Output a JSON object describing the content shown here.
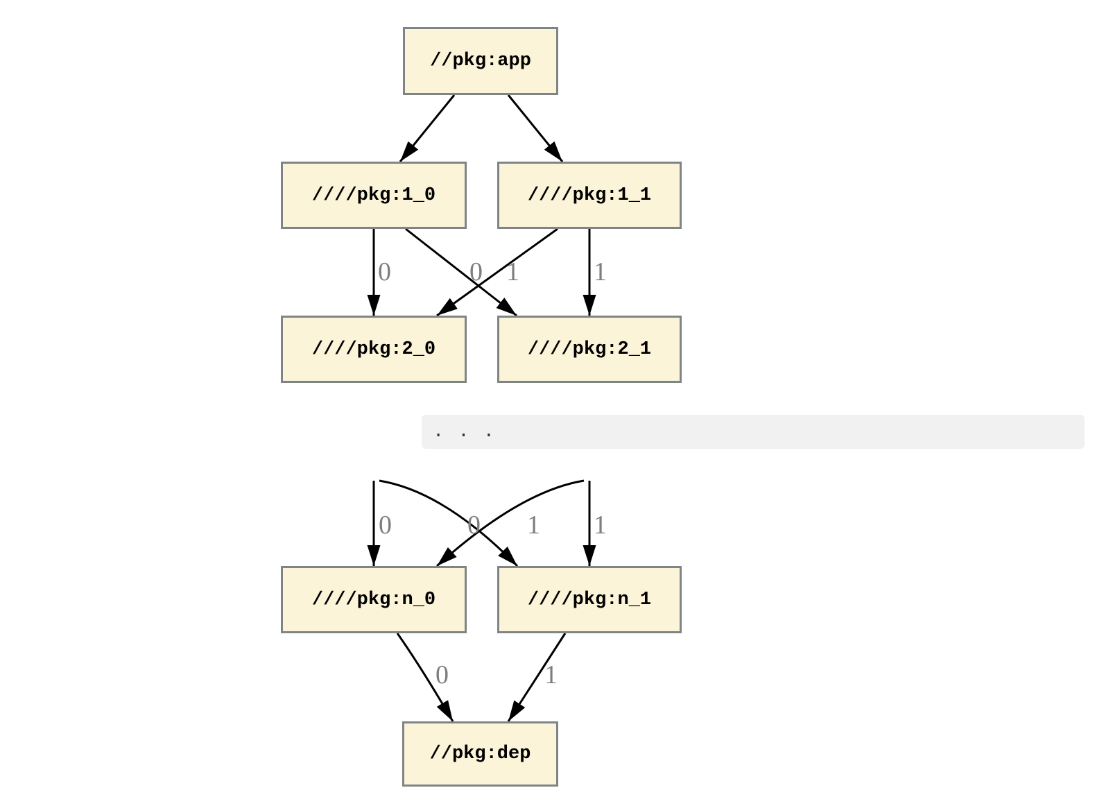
{
  "diagram": {
    "type": "dependency-graph",
    "colors": {
      "node_fill": "#FBF4D9",
      "node_border": "#7F8486",
      "edge": "#000000",
      "edge_label": "#7E7E7E",
      "ellipsis_background": "#F1F1F1",
      "node_text": "#000000"
    },
    "nodes": [
      {
        "id": "app",
        "label": "//pkg:app"
      },
      {
        "id": "1_0",
        "label": "////pkg:1_0"
      },
      {
        "id": "1_1",
        "label": "////pkg:1_1"
      },
      {
        "id": "2_0",
        "label": "////pkg:2_0"
      },
      {
        "id": "2_1",
        "label": "////pkg:2_1"
      },
      {
        "id": "n_0",
        "label": "////pkg:n_0"
      },
      {
        "id": "n_1",
        "label": "////pkg:n_1"
      },
      {
        "id": "dep",
        "label": "//pkg:dep"
      }
    ],
    "ellipsis": {
      "text": ". . ."
    },
    "edges": [
      {
        "from": "//pkg:app",
        "to": "////pkg:1_0",
        "label": ""
      },
      {
        "from": "//pkg:app",
        "to": "////pkg:1_1",
        "label": ""
      },
      {
        "from": "////pkg:1_0",
        "to": "////pkg:2_0",
        "label": "0"
      },
      {
        "from": "////pkg:1_0",
        "to": "////pkg:2_1",
        "label": "0"
      },
      {
        "from": "////pkg:1_1",
        "to": "////pkg:2_0",
        "label": "1"
      },
      {
        "from": "////pkg:1_1",
        "to": "////pkg:2_1",
        "label": "1"
      },
      {
        "from": "...",
        "to": "////pkg:n_0",
        "label": "0"
      },
      {
        "from": "...",
        "to": "////pkg:n_1",
        "label": "0"
      },
      {
        "from": "...",
        "to": "////pkg:n_0",
        "label": "1"
      },
      {
        "from": "...",
        "to": "////pkg:n_1",
        "label": "1"
      },
      {
        "from": "////pkg:n_0",
        "to": "//pkg:dep",
        "label": "0"
      },
      {
        "from": "////pkg:n_1",
        "to": "//pkg:dep",
        "label": "1"
      }
    ]
  }
}
